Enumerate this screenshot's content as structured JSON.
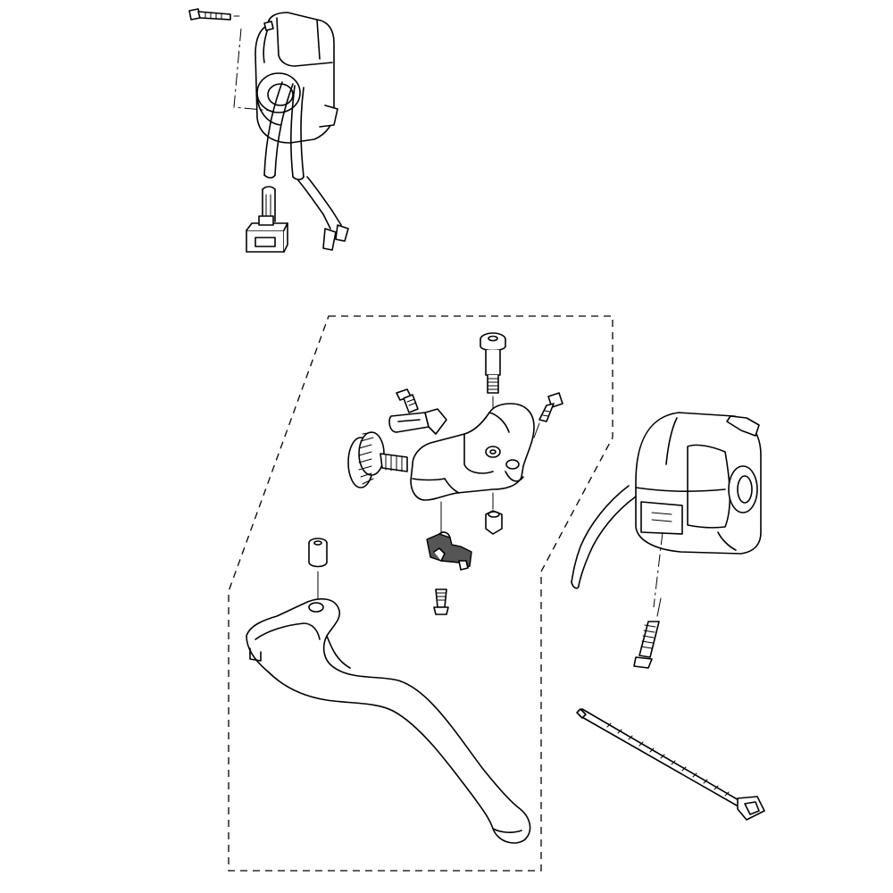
{
  "diagram": {
    "style": "exploded-view line drawing",
    "colors": {
      "line": "#000000",
      "background": "#ffffff",
      "fill_dark": "#555555"
    },
    "parts": [
      {
        "name": "left-handlebar-switch"
      },
      {
        "name": "switch-screw"
      },
      {
        "name": "wiring-harness"
      },
      {
        "name": "connector-block"
      },
      {
        "name": "lever-holder-assembly"
      },
      {
        "name": "pivot-bolt"
      },
      {
        "name": "adjuster-knob"
      },
      {
        "name": "clutch-switch"
      },
      {
        "name": "clutch-lever"
      },
      {
        "name": "lever-bushing"
      },
      {
        "name": "right-handlebar-switch"
      },
      {
        "name": "long-screw"
      },
      {
        "name": "cable-tie"
      }
    ]
  }
}
